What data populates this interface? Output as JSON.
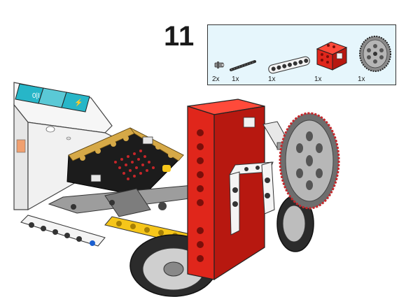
{
  "step": {
    "number": "11"
  },
  "parts": [
    {
      "qty": "2x",
      "icon": "pin-connector-icon",
      "color": "#9a9a9a"
    },
    {
      "qty": "1x",
      "icon": "axle-icon",
      "color": "#444444"
    },
    {
      "qty": "1x",
      "icon": "beam-icon",
      "color": "#f2f2f2"
    },
    {
      "qty": "1x",
      "icon": "motor-block-icon",
      "color": "#e0261b"
    },
    {
      "qty": "1x",
      "icon": "gear-icon",
      "color": "#8c8c8c"
    }
  ],
  "colors": {
    "red": "#e0261b",
    "yellow": "#f6c61a",
    "white": "#f4f4f4",
    "gray": "#9d9d9d",
    "board": "#1c1c1c",
    "accent_blue": "#1a5fd0",
    "teal": "#27b6c8"
  }
}
